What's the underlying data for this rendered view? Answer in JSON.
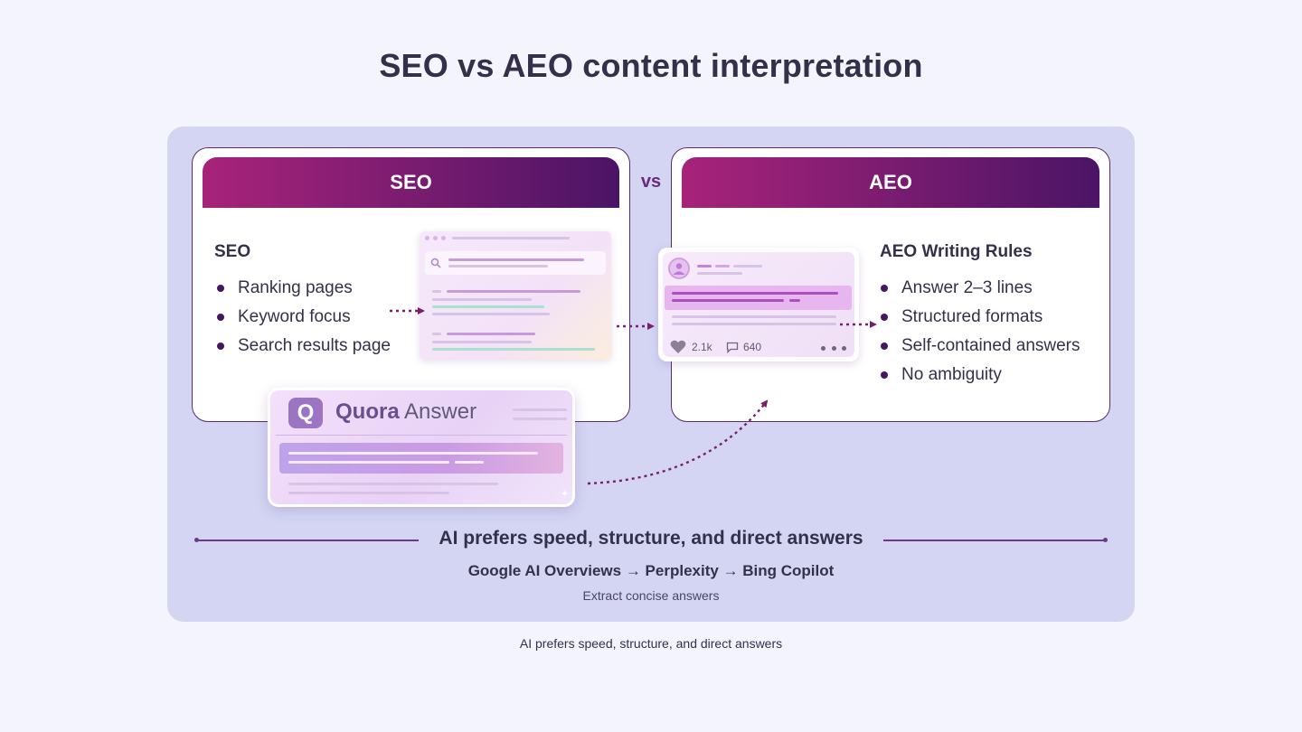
{
  "title": "SEO vs AEO content interpretation",
  "vs_label": "vs",
  "seo_card": {
    "header": "SEO",
    "section_title": "SEO",
    "items": [
      "Ranking pages",
      "Keyword focus",
      "Search results page"
    ]
  },
  "aeo_card": {
    "header": "AEO",
    "section_title": "AEO Writing Rules",
    "items": [
      "Answer 2–3 lines",
      "Structured formats",
      "Self-contained answers",
      "No ambiguity"
    ]
  },
  "quora_card": {
    "logo_letter": "Q",
    "brand": "Quora",
    "label": "Answer"
  },
  "social_card": {
    "likes": "2.1k",
    "comments": "640"
  },
  "footer": {
    "tagline": "AI prefers speed, structure, and direct answers",
    "flow": "Google AI Overviews → Perplexity → Bing Copilot",
    "subtext": "Extract concise answers"
  },
  "caption": "AI prefers speed, structure, and direct answers",
  "colors": {
    "background": "#f3f4fd",
    "panel": "#d3d5f3",
    "header_gradient_start": "#a8237a",
    "header_gradient_end": "#4b1466",
    "accent": "#6f3a86",
    "text": "#34304a"
  }
}
